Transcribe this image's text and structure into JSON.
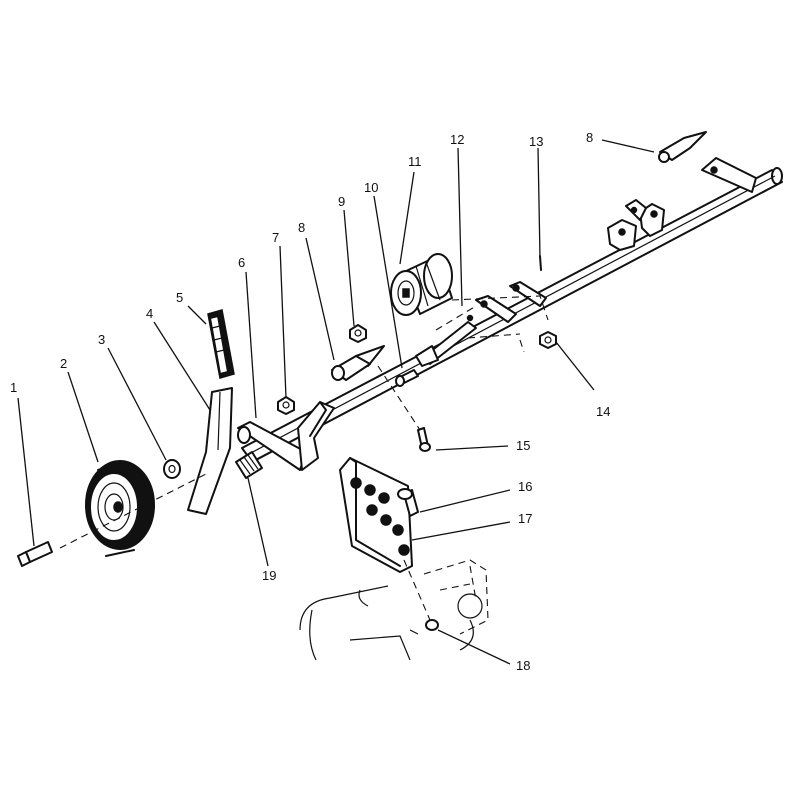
{
  "callouts": [
    {
      "id": "c1",
      "label": "1"
    },
    {
      "id": "c2",
      "label": "2"
    },
    {
      "id": "c3",
      "label": "3"
    },
    {
      "id": "c4",
      "label": "4"
    },
    {
      "id": "c5",
      "label": "5"
    },
    {
      "id": "c6",
      "label": "6"
    },
    {
      "id": "c7",
      "label": "7"
    },
    {
      "id": "c8a",
      "label": "8"
    },
    {
      "id": "c8b",
      "label": "8"
    },
    {
      "id": "c9",
      "label": "9"
    },
    {
      "id": "c10",
      "label": "10"
    },
    {
      "id": "c11",
      "label": "11"
    },
    {
      "id": "c12",
      "label": "12"
    },
    {
      "id": "c13",
      "label": "13"
    },
    {
      "id": "c14",
      "label": "14"
    },
    {
      "id": "c15",
      "label": "15"
    },
    {
      "id": "c16",
      "label": "16"
    },
    {
      "id": "c17",
      "label": "17"
    },
    {
      "id": "c18",
      "label": "18"
    },
    {
      "id": "c19",
      "label": "19"
    }
  ]
}
